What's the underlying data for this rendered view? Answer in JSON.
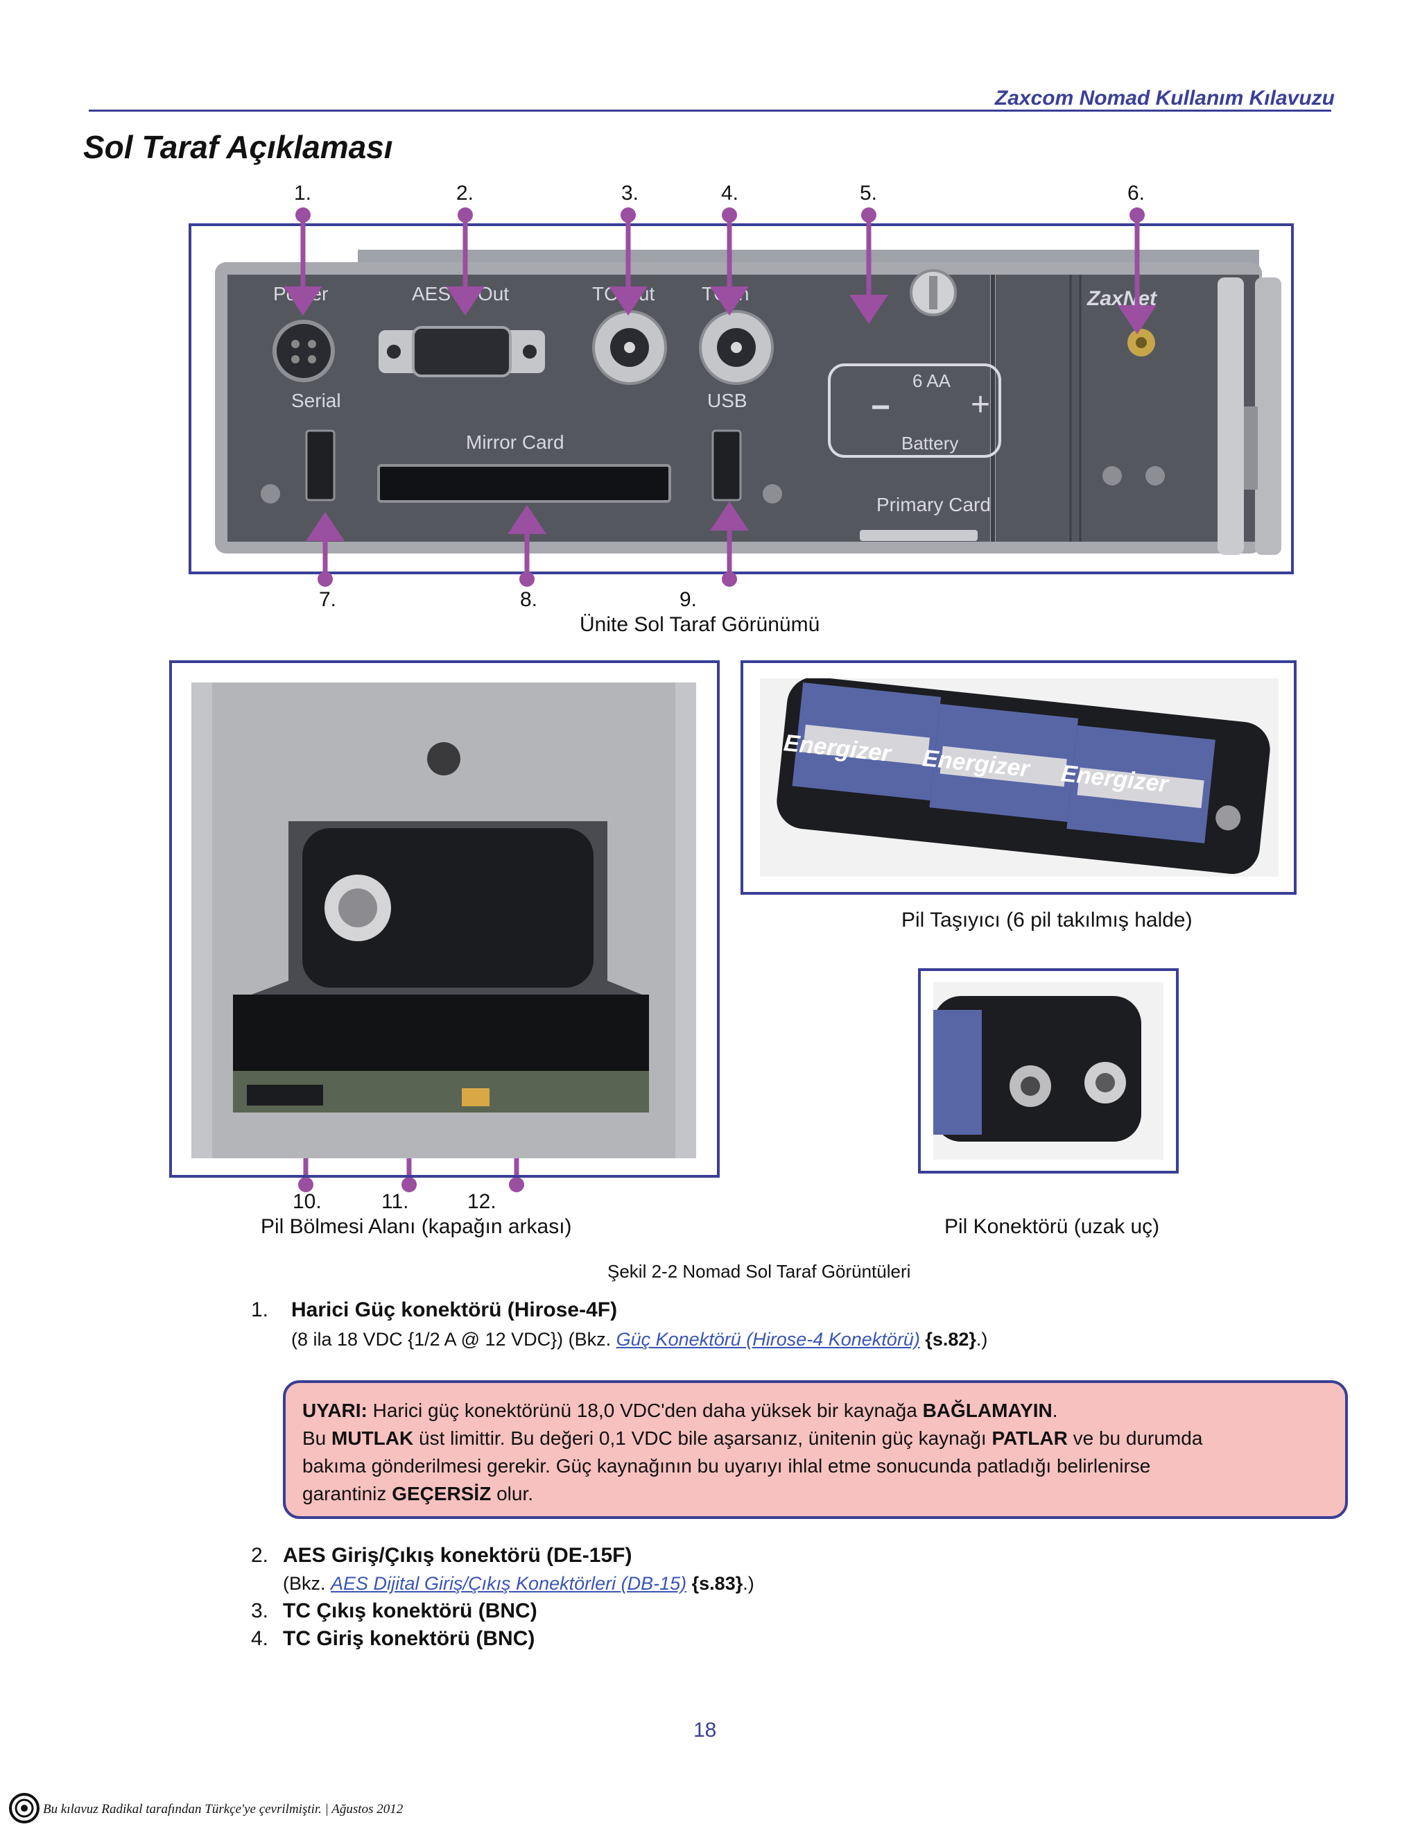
{
  "header": {
    "title": "Zaxcom Nomad Kullanım Kılavuzu"
  },
  "section_title": "Sol Taraf Açıklaması",
  "device_figure": {
    "top_numbers": [
      "1.",
      "2.",
      "3.",
      "4.",
      "5.",
      "6."
    ],
    "bottom_numbers": [
      "7.",
      "8.",
      "9."
    ],
    "panel_labels": {
      "power": "Power",
      "aes": "AES In/Out",
      "tc_out": "TC Out",
      "tc_in": "TC In",
      "serial": "Serial",
      "usb": "USB",
      "mirror_card": "Mirror Card",
      "aa": "6 AA",
      "battery": "Battery",
      "primary_card": "Primary Card",
      "zaxnet": "ZaxNet",
      "minus": "−",
      "plus": "+"
    },
    "caption": "Ünite Sol Taraf Görünümü"
  },
  "battery_photo": {
    "brand": "Energizer",
    "caption": "Pil Taşıyıcı (6 pil takılmış halde)"
  },
  "compartment_photo": {
    "numbers": [
      "10.",
      "11.",
      "12."
    ],
    "caption": "Pil Bölmesi Alanı (kapağın arkası)"
  },
  "connector_photo": {
    "caption": "Pil Konektörü (uzak uç)"
  },
  "figure_caption": "Şekil 2-2 Nomad Sol Taraf Görüntüleri",
  "items": [
    {
      "num": "1.",
      "title": "Harici Güç konektörü (Hirose-4F)",
      "sub_pre": "(8 ila 18 VDC {1/2 A @ 12 VDC}) (Bkz. ",
      "link": "Güç Konektörü (Hirose-4 Konektörü)",
      "page_ref": "{s.82}",
      "sub_post": ".)"
    },
    {
      "num": "2.",
      "title": "AES Giriş/Çıkış konektörü (DE-15F)",
      "sub_pre": "(Bkz. ",
      "link": "AES Dijital Giriş/Çıkış Konektörleri (DB-15)",
      "page_ref": "{s.83}",
      "sub_post": ".)"
    },
    {
      "num": "3.",
      "title": "TC Çıkış konektörü (BNC)"
    },
    {
      "num": "4.",
      "title": "TC Giriş konektörü (BNC)"
    }
  ],
  "warning": {
    "label": "UYARI:",
    "l1a": " Harici güç konektörünü 18,0 VDC'den daha yüksek bir kaynağa ",
    "l1b": "BAĞLAMAYIN",
    "l1c": ".",
    "l2a": "Bu ",
    "l2b": "MUTLAK",
    "l2c": " üst limittir. Bu değeri 0,1 VDC bile aşarsanız, ünitenin güç kaynağı ",
    "l2d": "PATLAR",
    "l2e": " ve bu durumda",
    "l3": "bakıma gönderilmesi gerekir. Güç kaynağının bu uyarıyı ihlal etme sonucunda patladığı belirlenirse",
    "l4a": "garantiniz ",
    "l4b": "GEÇERSİZ",
    "l4c": " olur."
  },
  "page_number": "18",
  "footer": "Bu kılavuz Radikal tarafından Türkçe'ye çevrilmiştir. | Ağustos 2012"
}
